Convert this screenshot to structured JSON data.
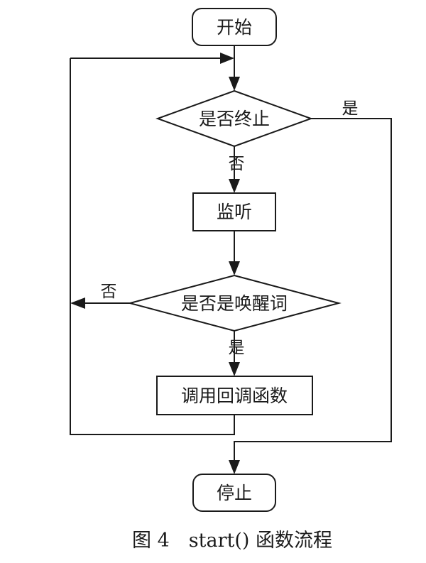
{
  "nodes": {
    "start": "开始",
    "terminate_check": "是否终止",
    "listen": "监听",
    "wakeword_check": "是否是唤醒词",
    "invoke_callback": "调用回调函数",
    "stop": "停止"
  },
  "edges": {
    "terminate_yes": "是",
    "terminate_no": "否",
    "wakeword_no": "否",
    "wakeword_yes": "是"
  },
  "caption": "图 4　start() 函数流程"
}
